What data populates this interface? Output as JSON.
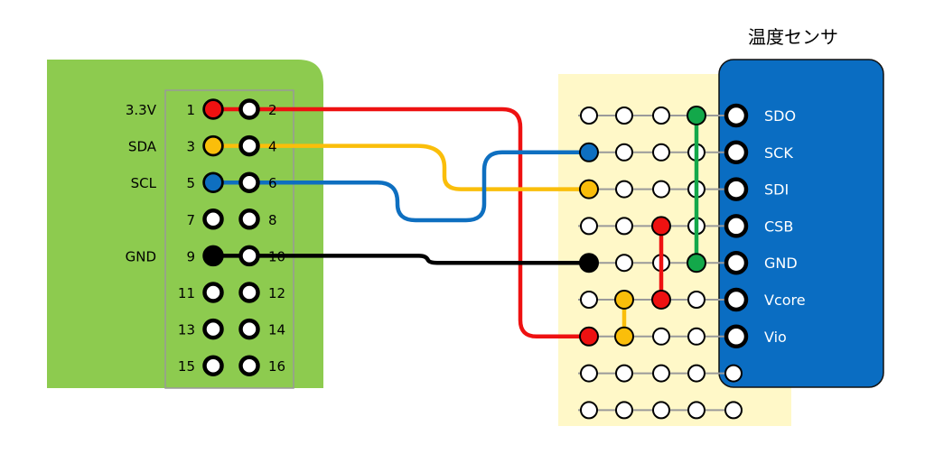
{
  "sensor": {
    "title": "温度センサ",
    "pins": [
      "SDO",
      "SCK",
      "SDI",
      "CSB",
      "GND",
      "Vcore",
      "Vio"
    ]
  },
  "header": {
    "signals": [
      {
        "pin": 1,
        "label": "3.3V"
      },
      {
        "pin": 3,
        "label": "SDA"
      },
      {
        "pin": 5,
        "label": "SCL"
      },
      {
        "pin": 9,
        "label": "GND"
      }
    ],
    "pin_numbers_left": [
      "1",
      "3",
      "5",
      "7",
      "9",
      "11",
      "13",
      "15"
    ],
    "pin_numbers_right": [
      "2",
      "4",
      "6",
      "8",
      "10",
      "12",
      "14",
      "16"
    ]
  },
  "colors": {
    "board_green": "#8DCB4F",
    "perfboard": "#FFF8C8",
    "sensor_blue": "#0A6DC2",
    "wire_red": "#EE1111",
    "wire_yellow": "#FABE0A",
    "wire_blue": "#0E6FC0",
    "wire_black": "#000000",
    "wire_green": "#13A84A"
  },
  "wires": [
    {
      "name": "wire-3v3",
      "color": "wire_red",
      "from": "header pin 1",
      "to": "perfboard Vio row"
    },
    {
      "name": "wire-sda",
      "color": "wire_yellow",
      "from": "header pin 3",
      "to": "perfboard SDI row"
    },
    {
      "name": "wire-scl",
      "color": "wire_blue",
      "from": "header pin 5",
      "to": "perfboard SCK row"
    },
    {
      "name": "wire-gnd",
      "color": "wire_black",
      "from": "header pin 9",
      "to": "perfboard GND row"
    },
    {
      "name": "jumper-sdo-gnd",
      "color": "wire_green",
      "from": "SDO",
      "to": "GND"
    },
    {
      "name": "jumper-csb-vcore",
      "color": "wire_red",
      "from": "CSB",
      "to": "Vcore"
    },
    {
      "name": "jumper-vcore-vio",
      "color": "wire_yellow",
      "from": "Vcore",
      "to": "Vio"
    }
  ]
}
